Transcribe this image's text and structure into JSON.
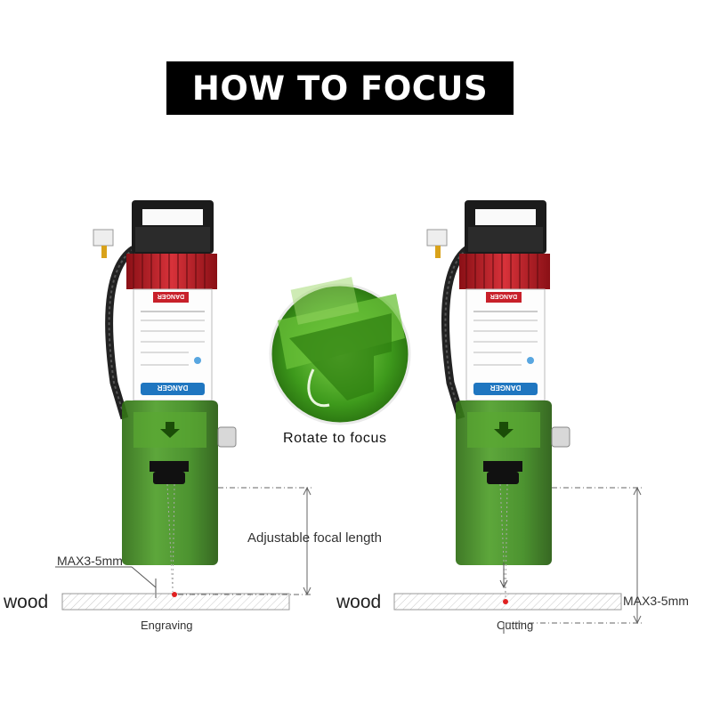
{
  "header": {
    "title": "HOW TO FOCUS"
  },
  "callout": {
    "rotate_label": "Rotate to focus"
  },
  "left_panel": {
    "focal_label": "Adjustable focal length",
    "max_label": "MAX3-5mm",
    "wood_label": "wood",
    "caption": "Engraving"
  },
  "right_panel": {
    "max_label": "MAX3-5mm",
    "wood_label": "wood",
    "caption": "Cutting"
  },
  "module_sticker": {
    "danger": "DANGER",
    "fins_danger": "DANGER"
  },
  "colors": {
    "heatsink": "#c8202a",
    "shroud": "#3f8f1f",
    "fan": "#1a1a1a",
    "laser_dot": "#e02020"
  }
}
